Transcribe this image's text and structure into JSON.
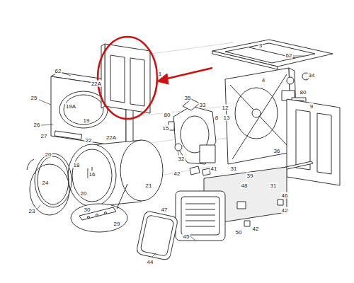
{
  "diagram": {
    "labels": [
      "62",
      "25",
      "22A",
      "1",
      "19A",
      "19",
      "26",
      "27",
      "22",
      "22A",
      "3",
      "62",
      "4",
      "34",
      "35",
      "33",
      "80",
      "12",
      "8",
      "13",
      "80",
      "9",
      "15",
      "32",
      "36",
      "31",
      "39",
      "31",
      "20",
      "18",
      "24",
      "16",
      "20",
      "21",
      "23",
      "30",
      "29",
      "42",
      "41",
      "48",
      "46",
      "42",
      "47",
      "50",
      "42",
      "45",
      "44"
    ]
  }
}
